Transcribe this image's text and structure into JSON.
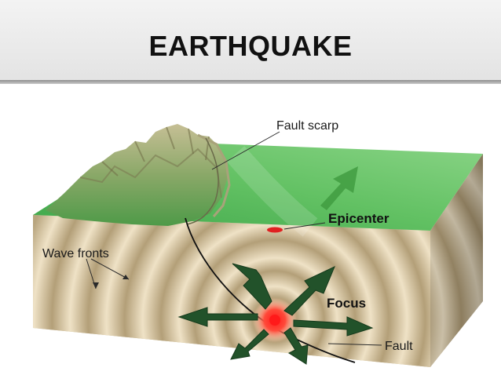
{
  "slide": {
    "title": "EARTHQUAKE"
  },
  "diagram": {
    "labels": {
      "fault_scarp": "Fault scarp",
      "epicenter": "Epicenter",
      "wave_fronts": "Wave fronts",
      "focus": "Focus",
      "fault": "Fault"
    },
    "colors": {
      "ground_surface": "#5fbf5f",
      "block_front": "#cbbd93",
      "block_side": "#a89870",
      "arrow": "#1f4a1f",
      "focus_point": "#ff1a1a",
      "epicenter_point": "#e02020"
    }
  }
}
